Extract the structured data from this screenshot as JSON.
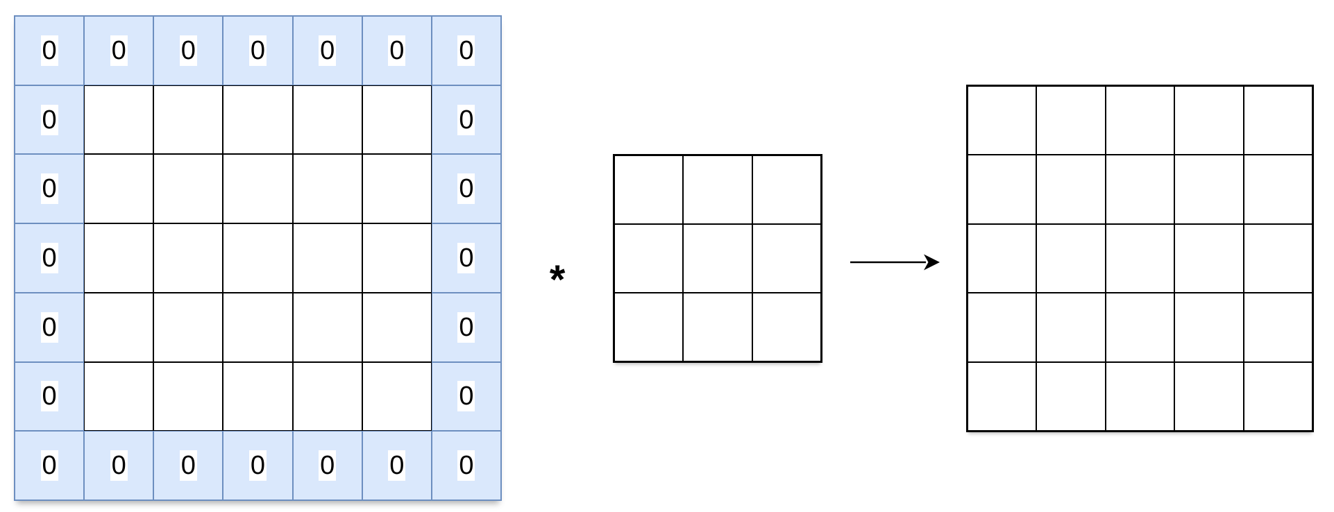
{
  "colors": {
    "background": "#ffffff",
    "padding_cell_fill": "#dae8fc",
    "padding_cell_border": "#6c8ebf",
    "inner_cell_fill": "#ffffff",
    "grid_line": "#000000",
    "text": "#000000",
    "zero_label_background": "#ffffff"
  },
  "diagram": {
    "operator_symbol": "*",
    "input_grid": {
      "rows": 7,
      "cols": 7,
      "values": [
        [
          "0",
          "0",
          "0",
          "0",
          "0",
          "0",
          "0"
        ],
        [
          "0",
          "",
          "",
          "",
          "",
          "",
          "0"
        ],
        [
          "0",
          "",
          "",
          "",
          "",
          "",
          "0"
        ],
        [
          "0",
          "",
          "",
          "",
          "",
          "",
          "0"
        ],
        [
          "0",
          "",
          "",
          "",
          "",
          "",
          "0"
        ],
        [
          "0",
          "",
          "",
          "",
          "",
          "",
          "0"
        ],
        [
          "0",
          "0",
          "0",
          "0",
          "0",
          "0",
          "0"
        ]
      ]
    },
    "kernel_grid": {
      "rows": 3,
      "cols": 3,
      "values": [
        [
          "",
          "",
          ""
        ],
        [
          "",
          "",
          ""
        ],
        [
          "",
          "",
          ""
        ]
      ]
    },
    "output_grid": {
      "rows": 5,
      "cols": 5,
      "values": [
        [
          "",
          "",
          "",
          "",
          ""
        ],
        [
          "",
          "",
          "",
          "",
          ""
        ],
        [
          "",
          "",
          "",
          "",
          ""
        ],
        [
          "",
          "",
          "",
          "",
          ""
        ],
        [
          "",
          "",
          "",
          "",
          ""
        ]
      ]
    }
  }
}
